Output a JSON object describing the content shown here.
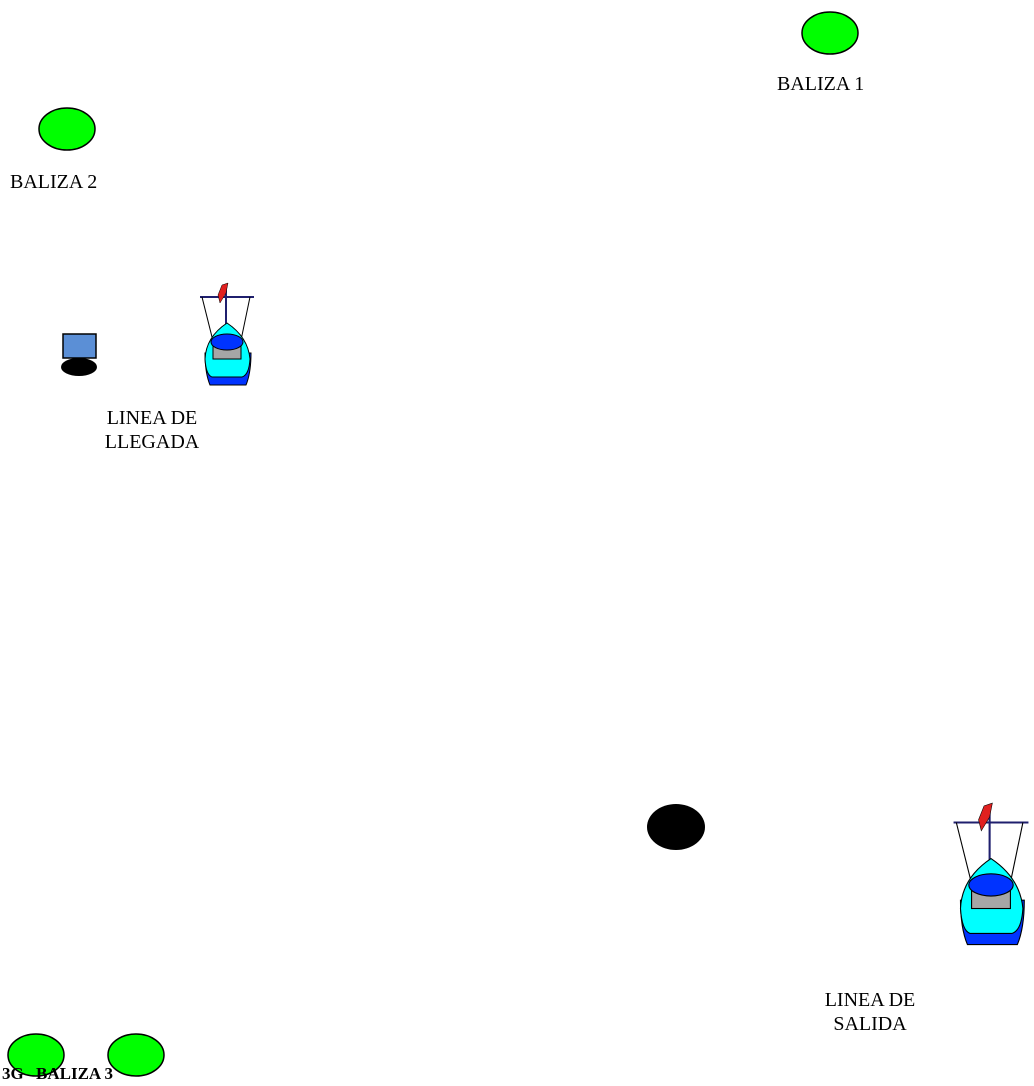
{
  "colors": {
    "buoy_fill": "#00ff00",
    "outline": "#000000",
    "black_mark": "#000000",
    "monitor_screen": "#5b8fd6",
    "hull_light": "#00ffff",
    "hull_dark": "#0033ff",
    "cabin_grey": "#a6a6a6",
    "mast": "#1f1f6e",
    "flag": "#e02020"
  },
  "icons": {
    "buoy": "green-ellipse-buoy",
    "committee_boat": "sailboat-top-view",
    "monitor": "monitor-screen",
    "mark": "black-ellipse-mark"
  },
  "labels": {
    "baliza_1": "BALIZA 1",
    "baliza_2": "BALIZA 2",
    "baliza_3": "BALIZA 3",
    "baliza_3g": "3G",
    "finish_line": [
      "LINEA DE",
      "LLEGADA"
    ],
    "start_line": [
      "LINEA DE",
      "SALIDA"
    ]
  }
}
